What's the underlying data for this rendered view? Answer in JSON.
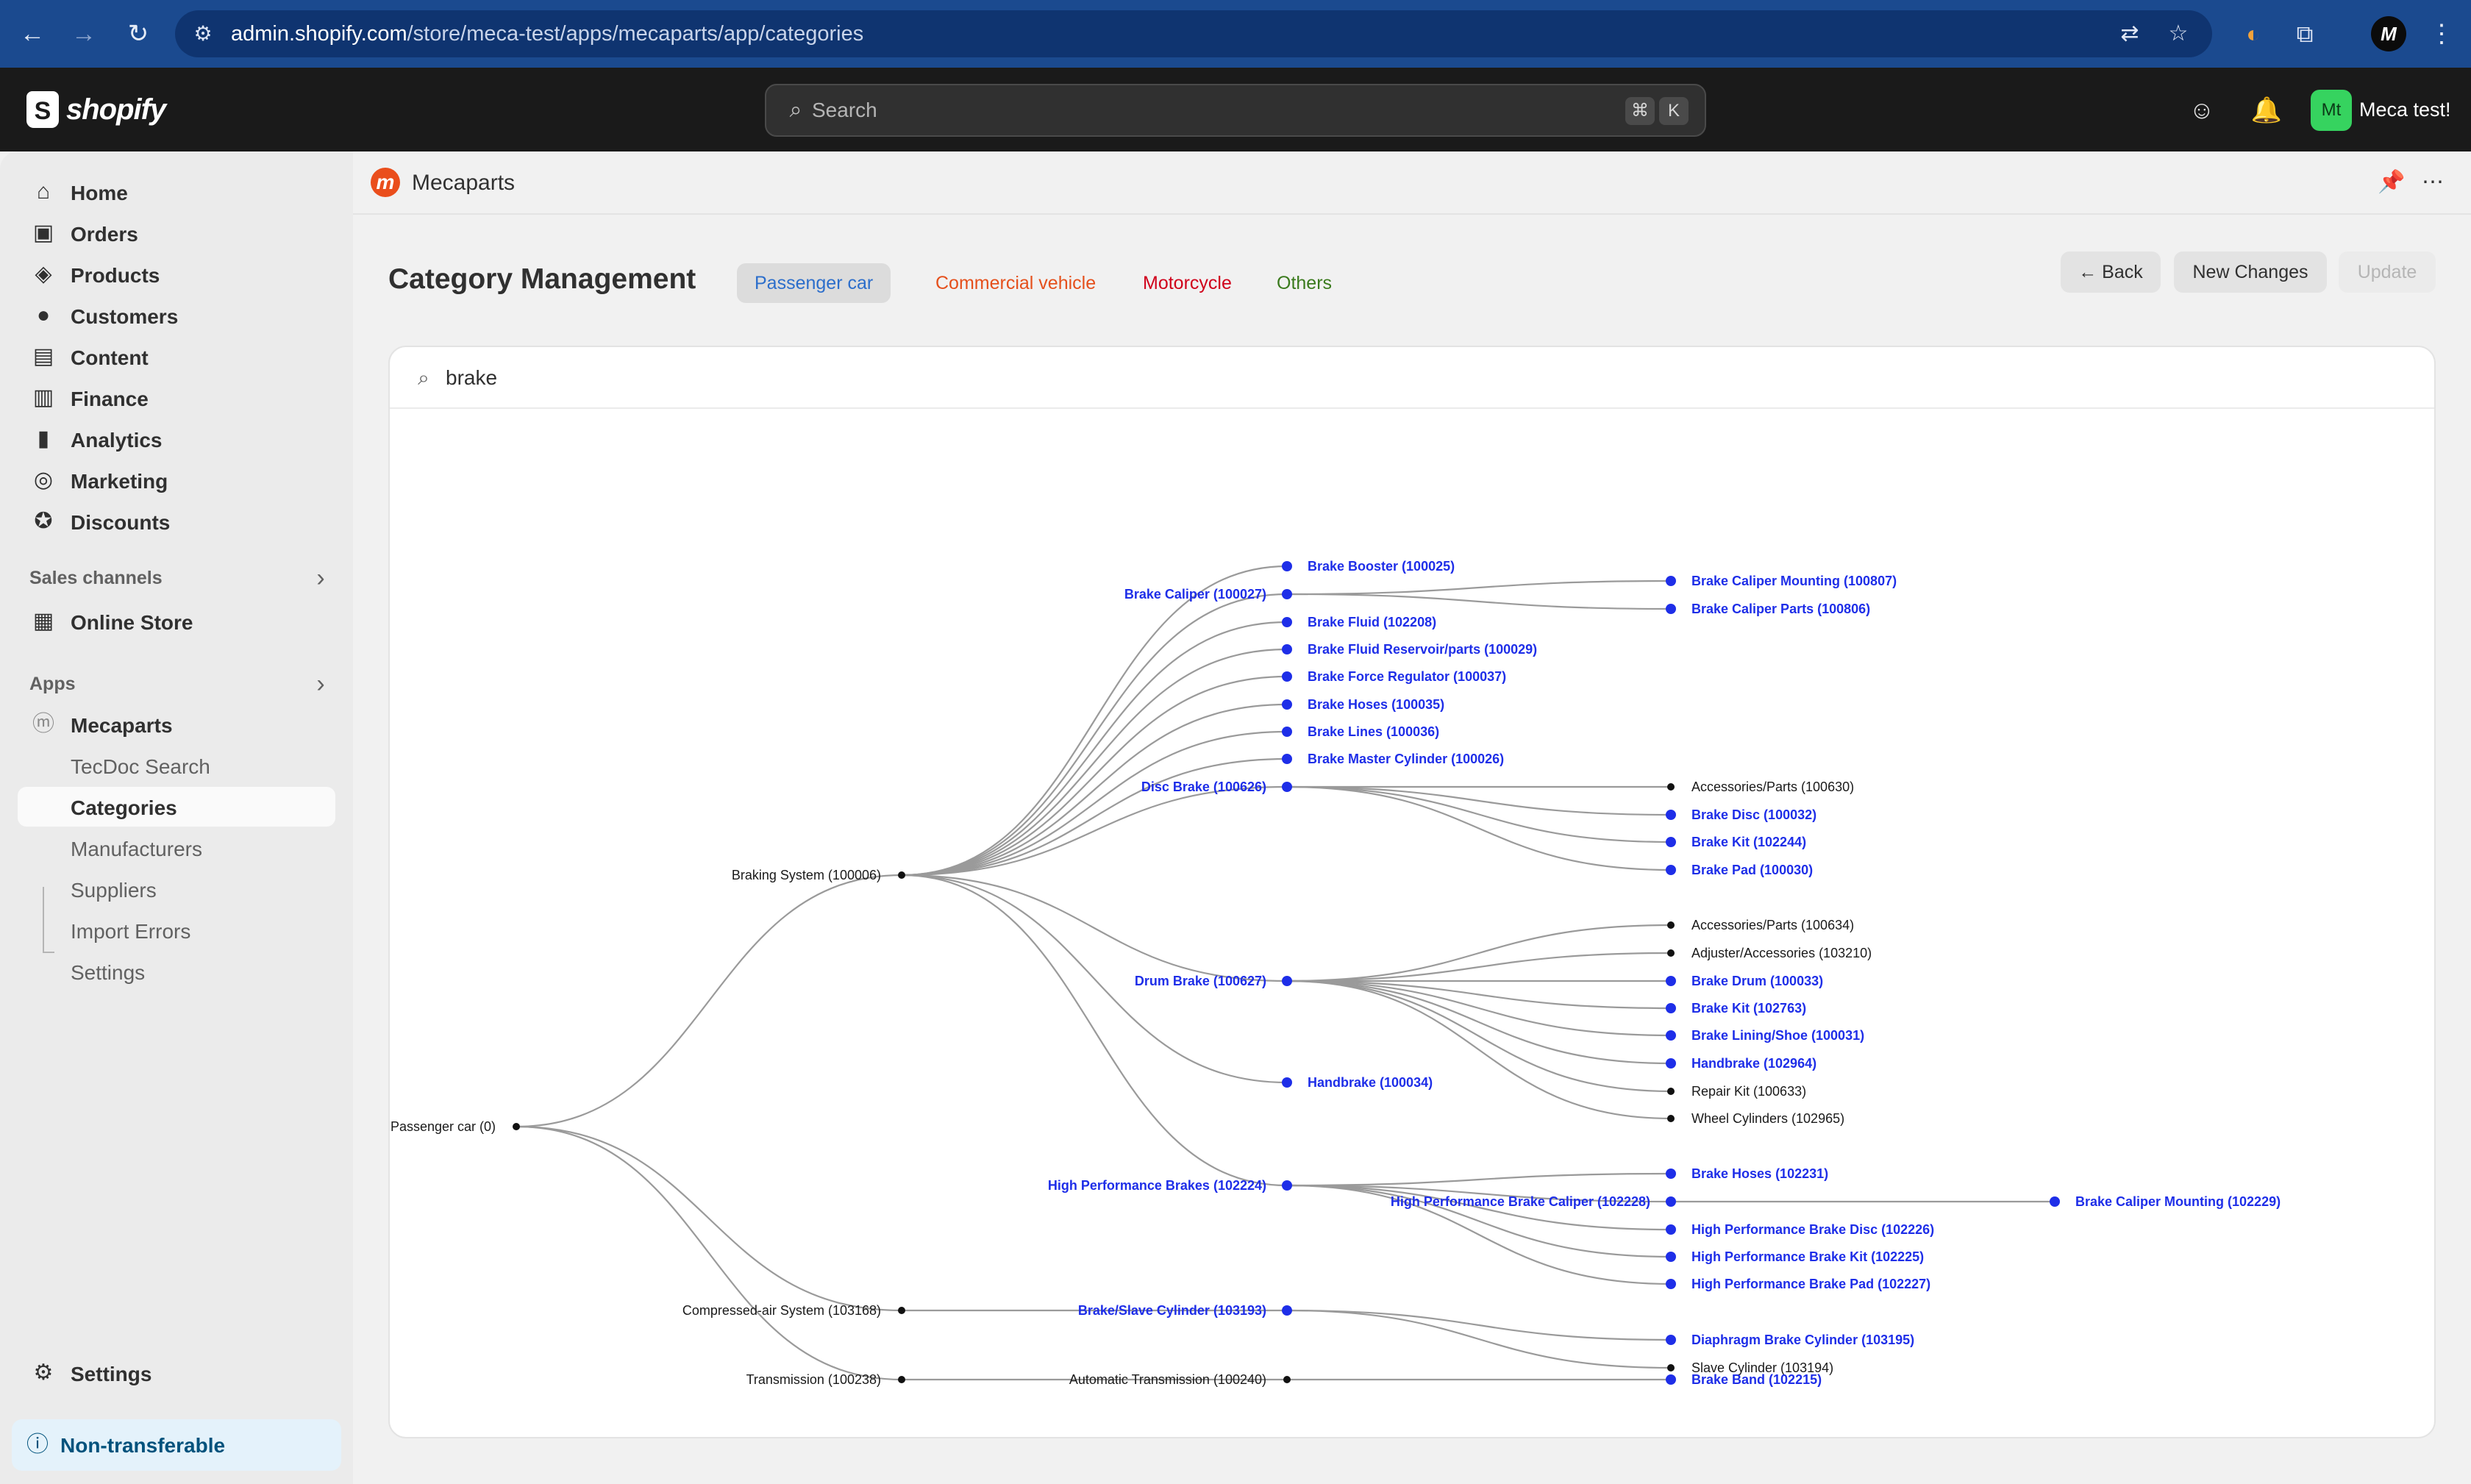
{
  "browser": {
    "url_host": "admin.shopify.com",
    "url_path": "/store/meca-test/apps/mecaparts/app/categories",
    "profile_initial": "M"
  },
  "topbar": {
    "logo_text": "shopify",
    "search_placeholder": "Search",
    "shortcut_keys": [
      "⌘",
      "K"
    ],
    "store_initials": "Mt",
    "store_name": "Meca test!",
    "avatar_color": "#36d35f"
  },
  "sidebar": {
    "items": [
      {
        "label": "Home",
        "icon": "home-icon"
      },
      {
        "label": "Orders",
        "icon": "orders-icon"
      },
      {
        "label": "Products",
        "icon": "tag-icon"
      },
      {
        "label": "Customers",
        "icon": "person-icon"
      },
      {
        "label": "Content",
        "icon": "image-icon"
      },
      {
        "label": "Finance",
        "icon": "bank-icon"
      },
      {
        "label": "Analytics",
        "icon": "bar-chart-icon"
      },
      {
        "label": "Marketing",
        "icon": "target-icon"
      },
      {
        "label": "Discounts",
        "icon": "discount-icon"
      }
    ],
    "sales_channels_title": "Sales channels",
    "online_store": "Online Store",
    "apps_title": "Apps",
    "app_name": "Mecaparts",
    "app_subitems": [
      "TecDoc Search",
      "Categories",
      "Manufacturers",
      "Suppliers",
      "Import Errors",
      "Settings"
    ],
    "active_subitem": "Categories",
    "settings": "Settings",
    "notice": "Non-transferable"
  },
  "app": {
    "name": "Mecaparts",
    "brand_color": "#ea4e1c"
  },
  "page": {
    "title": "Category Management",
    "tabs": [
      {
        "label": "Passenger car",
        "color": "#2c6ecb",
        "active": true
      },
      {
        "label": "Commercial vehicle",
        "color": "#e5501c",
        "active": false
      },
      {
        "label": "Motorcycle",
        "color": "#d0021b",
        "active": false
      },
      {
        "label": "Others",
        "color": "#3a7a1d",
        "active": false
      }
    ],
    "back_label": "Back",
    "new_changes_label": "New Changes",
    "update_label": "Update",
    "search_value": "brake"
  },
  "tree": {
    "highlight_color": "#1e2ee8",
    "nodes": [
      {
        "id": "root",
        "label": "Passenger car (0)",
        "hl": false
      },
      {
        "id": "brk",
        "label": "Braking System (100006)",
        "hl": false,
        "parent": "root"
      },
      {
        "id": "cas",
        "label": "Compressed-air System (103168)",
        "hl": false,
        "parent": "root"
      },
      {
        "id": "trn",
        "label": "Transmission (100238)",
        "hl": false,
        "parent": "root"
      },
      {
        "id": "bbo",
        "label": "Brake Booster (100025)",
        "hl": true,
        "parent": "brk"
      },
      {
        "id": "bca",
        "label": "Brake Caliper (100027)",
        "hl": true,
        "parent": "brk"
      },
      {
        "id": "bfl",
        "label": "Brake Fluid (102208)",
        "hl": true,
        "parent": "brk"
      },
      {
        "id": "bfr",
        "label": "Brake Fluid Reservoir/parts (100029)",
        "hl": true,
        "parent": "brk"
      },
      {
        "id": "bfo",
        "label": "Brake Force Regulator (100037)",
        "hl": true,
        "parent": "brk"
      },
      {
        "id": "bho",
        "label": "Brake Hoses (100035)",
        "hl": true,
        "parent": "brk"
      },
      {
        "id": "bli",
        "label": "Brake Lines (100036)",
        "hl": true,
        "parent": "brk"
      },
      {
        "id": "bmc",
        "label": "Brake Master Cylinder (100026)",
        "hl": true,
        "parent": "brk"
      },
      {
        "id": "dbr",
        "label": "Disc Brake (100626)",
        "hl": true,
        "parent": "brk"
      },
      {
        "id": "drb",
        "label": "Drum Brake (100627)",
        "hl": true,
        "parent": "brk"
      },
      {
        "id": "hbr",
        "label": "Handbrake (100034)",
        "hl": true,
        "parent": "brk"
      },
      {
        "id": "hpb",
        "label": "High Performance Brakes (102224)",
        "hl": true,
        "parent": "brk"
      },
      {
        "id": "bsc",
        "label": "Brake/Slave Cylinder (103193)",
        "hl": true,
        "parent": "cas"
      },
      {
        "id": "atr",
        "label": "Automatic Transmission (100240)",
        "hl": false,
        "parent": "trn"
      },
      {
        "id": "bcm",
        "label": "Brake Caliper Mounting (100807)",
        "hl": true,
        "parent": "bca"
      },
      {
        "id": "bcp",
        "label": "Brake Caliper Parts (100806)",
        "hl": true,
        "parent": "bca"
      },
      {
        "id": "dap",
        "label": "Accessories/Parts (100630)",
        "hl": false,
        "parent": "dbr"
      },
      {
        "id": "dbd",
        "label": "Brake Disc (100032)",
        "hl": true,
        "parent": "dbr"
      },
      {
        "id": "dbk",
        "label": "Brake Kit (102244)",
        "hl": true,
        "parent": "dbr"
      },
      {
        "id": "dbp",
        "label": "Brake Pad (100030)",
        "hl": true,
        "parent": "dbr"
      },
      {
        "id": "rap",
        "label": "Accessories/Parts (100634)",
        "hl": false,
        "parent": "drb"
      },
      {
        "id": "rad",
        "label": "Adjuster/Accessories (103210)",
        "hl": false,
        "parent": "drb"
      },
      {
        "id": "rbd",
        "label": "Brake Drum (100033)",
        "hl": true,
        "parent": "drb"
      },
      {
        "id": "rbk",
        "label": "Brake Kit (102763)",
        "hl": true,
        "parent": "drb"
      },
      {
        "id": "rbl",
        "label": "Brake Lining/Shoe (100031)",
        "hl": true,
        "parent": "drb"
      },
      {
        "id": "rhb",
        "label": "Handbrake (102964)",
        "hl": true,
        "parent": "drb"
      },
      {
        "id": "rrk",
        "label": "Repair Kit (100633)",
        "hl": false,
        "parent": "drb"
      },
      {
        "id": "rwc",
        "label": "Wheel Cylinders (102965)",
        "hl": false,
        "parent": "drb"
      },
      {
        "id": "hbh",
        "label": "Brake Hoses (102231)",
        "hl": true,
        "parent": "hpb"
      },
      {
        "id": "hpc",
        "label": "High Performance Brake Caliper (102228)",
        "hl": true,
        "parent": "hpb"
      },
      {
        "id": "hpd",
        "label": "High Performance Brake Disc (102226)",
        "hl": true,
        "parent": "hpb"
      },
      {
        "id": "hpk",
        "label": "High Performance Brake Kit (102225)",
        "hl": true,
        "parent": "hpb"
      },
      {
        "id": "hpp",
        "label": "High Performance Brake Pad (102227)",
        "hl": true,
        "parent": "hpb"
      },
      {
        "id": "hcm",
        "label": "Brake Caliper Mounting (102229)",
        "hl": true,
        "parent": "hpc"
      },
      {
        "id": "dbc",
        "label": "Diaphragm Brake Cylinder (103195)",
        "hl": true,
        "parent": "bsc"
      },
      {
        "id": "slc",
        "label": "Slave Cylinder (103194)",
        "hl": false,
        "parent": "bsc"
      },
      {
        "id": "bba",
        "label": "Brake Band (102215)",
        "hl": true,
        "parent": "atr"
      }
    ]
  }
}
